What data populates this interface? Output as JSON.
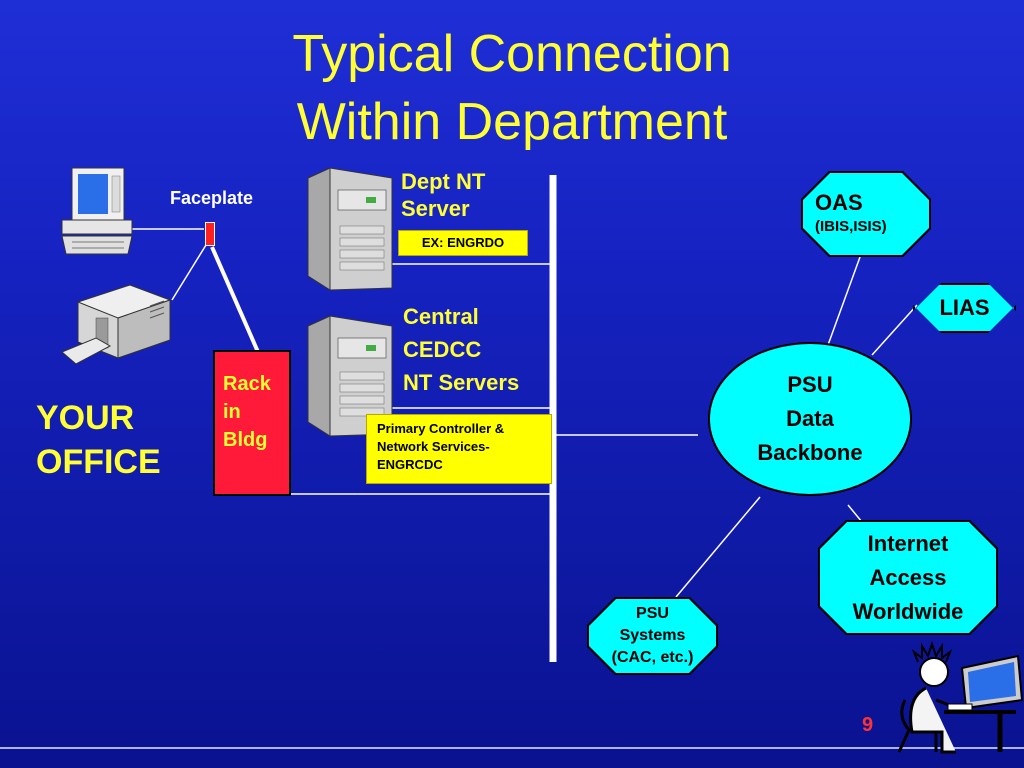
{
  "title": {
    "line1": "Typical Connection",
    "line2": "Within Department"
  },
  "faceplate": "Faceplate",
  "your_office": {
    "line1": "YOUR",
    "line2": "OFFICE"
  },
  "rack": {
    "line1": "Rack",
    "line2": "in",
    "line3": "Bldg"
  },
  "dept_server": {
    "line1": "Dept NT",
    "line2": "Server",
    "tag": "EX: ENGRDO"
  },
  "central_servers": {
    "line1": "Central",
    "line2": "CEDCC",
    "line3": "NT Servers"
  },
  "primary_controller": {
    "line1": "Primary Controller &",
    "line2": "Network Services-",
    "line3": "ENGRCDC"
  },
  "backbone": {
    "line1": "PSU",
    "line2": "Data",
    "line3": "Backbone"
  },
  "oas": {
    "name": "OAS",
    "sub": "(IBIS,ISIS)"
  },
  "lias": "LIAS",
  "internet": {
    "line1": "Internet",
    "line2": "Access",
    "line3": "Worldwide"
  },
  "psu_systems": {
    "line1": "PSU",
    "line2": "Systems",
    "line3": "(CAC, etc.)"
  },
  "page_number": "9",
  "colors": {
    "background": "#1622c0",
    "title": "#ffff33",
    "cyan": "#00ffff",
    "rack": "#ff1a3a",
    "yellow_label": "#ffff00"
  }
}
